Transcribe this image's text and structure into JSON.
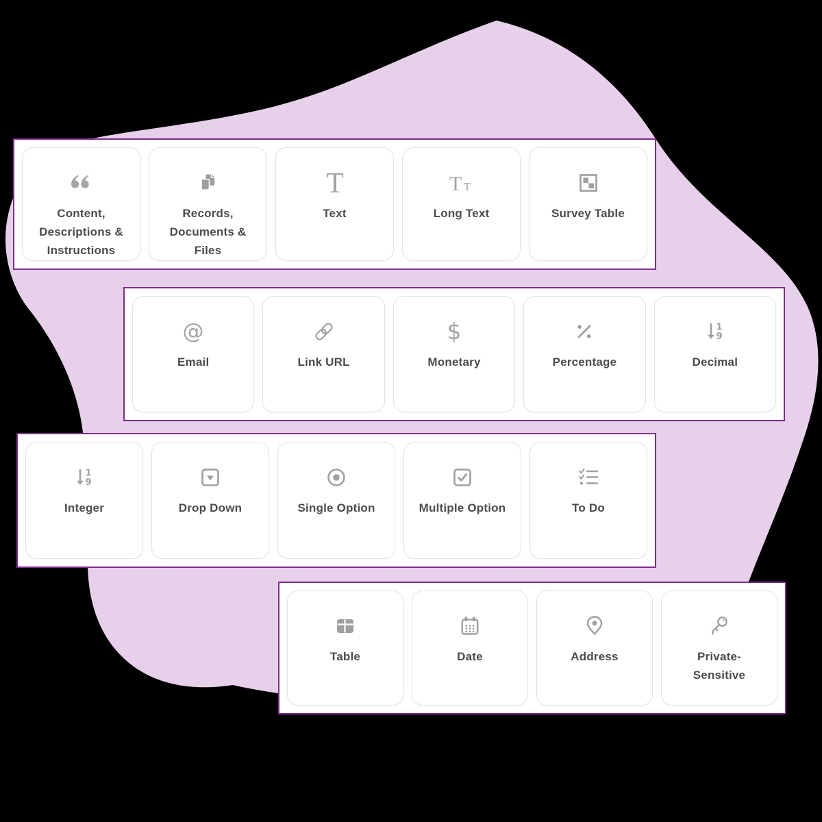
{
  "background": {
    "page_bg": "#000000",
    "blob_color": "#e7d0e9"
  },
  "palette": {
    "panel_border": "#7d2d8c",
    "panel_bg": "#ffffff",
    "card_border": "#e3e3e6",
    "card_bg": "#ffffff",
    "icon_color": "#9f9f9f",
    "glyph_color": "#a3a3a3",
    "label_color": "#4c4c4e"
  },
  "icon_glyphs": {
    "text_t": "T",
    "long_text_t_big": "T",
    "long_text_t_small": "T",
    "email_at": "@",
    "monetary_dollar": "$",
    "numeric_one": "1",
    "numeric_nine": "9"
  },
  "rows": [
    {
      "name": "row-1",
      "cards": [
        {
          "icon": "quote-icon",
          "label": "Content, Descriptions & Instructions"
        },
        {
          "icon": "documents-icon",
          "label": "Records, Documents & Files"
        },
        {
          "icon": "text-icon",
          "label": "Text"
        },
        {
          "icon": "long-text-icon",
          "label": "Long Text"
        },
        {
          "icon": "survey-table-icon",
          "label": "Survey Table"
        }
      ]
    },
    {
      "name": "row-2",
      "cards": [
        {
          "icon": "email-at-icon",
          "label": "Email"
        },
        {
          "icon": "link-icon",
          "label": "Link URL"
        },
        {
          "icon": "dollar-icon",
          "label": "Monetary"
        },
        {
          "icon": "percentage-icon",
          "label": "Percentage"
        },
        {
          "icon": "sort-numeric-icon",
          "label": "Decimal"
        }
      ]
    },
    {
      "name": "row-3",
      "cards": [
        {
          "icon": "sort-numeric-icon",
          "label": "Integer"
        },
        {
          "icon": "dropdown-icon",
          "label": "Drop Down"
        },
        {
          "icon": "radio-icon",
          "label": "Single Option"
        },
        {
          "icon": "checkbox-icon",
          "label": "Multiple Option"
        },
        {
          "icon": "checklist-icon",
          "label": "To Do"
        }
      ]
    },
    {
      "name": "row-4",
      "cards": [
        {
          "icon": "table-icon",
          "label": "Table"
        },
        {
          "icon": "calendar-icon",
          "label": "Date"
        },
        {
          "icon": "map-pin-icon",
          "label": "Address"
        },
        {
          "icon": "key-icon",
          "label": "Private-Sensitive"
        }
      ]
    }
  ]
}
